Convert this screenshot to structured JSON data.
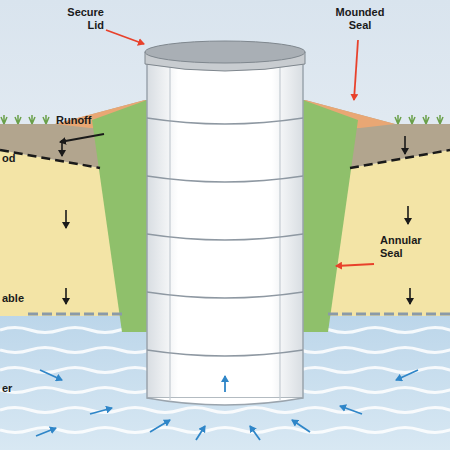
{
  "diagram": {
    "labels": [
      "Secure Lid",
      "Mounded Seal",
      "Runoff",
      "od",
      "able",
      "Annular Seal",
      "er"
    ]
  }
}
